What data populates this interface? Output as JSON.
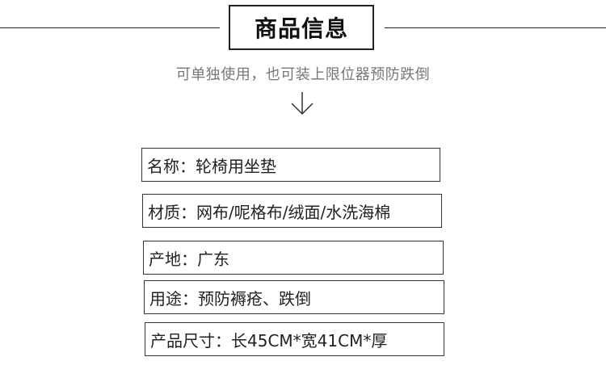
{
  "header": {
    "title": "商品信息",
    "subtitle": "可单独使用，也可装上限位器预防跌倒"
  },
  "arrow_icon": "arrow-down-icon",
  "info_rows": [
    {
      "label": "名称：",
      "value": "轮椅用坐垫"
    },
    {
      "label": "材质：",
      "value": "网布/呢格布/绒面/水洗海棉"
    },
    {
      "label": "产地：",
      "value": "广东"
    },
    {
      "label": "用途：",
      "value": "预防褥疮、跌倒"
    },
    {
      "label": "产品尺寸：",
      "value": "长45CM*宽41CM*厚"
    }
  ],
  "colors": {
    "text": "#222222",
    "subtitle": "#777777",
    "border": "#333333",
    "background": "#ffffff"
  }
}
